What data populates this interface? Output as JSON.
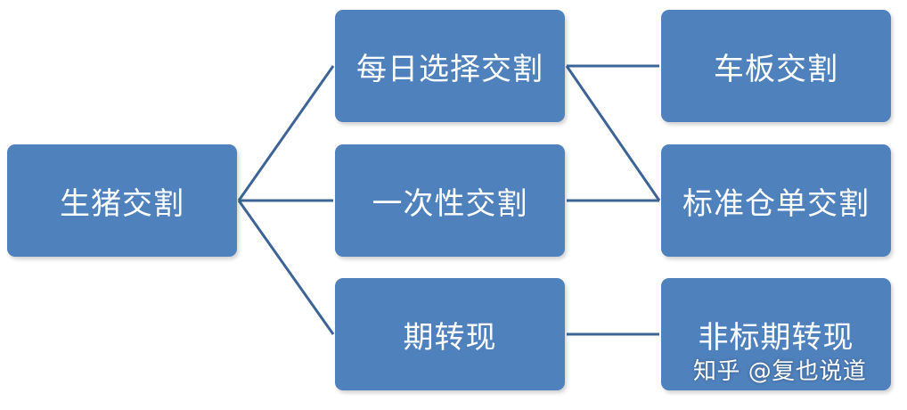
{
  "nodes": {
    "root": "生猪交割",
    "daily_choice": "每日选择交割",
    "one_time": "一次性交割",
    "futures_to_spot": "期转现",
    "truck_delivery": "车板交割",
    "standard_warehouse": "标准仓单交割",
    "nonstandard_futures_to_spot": "非标期转现"
  },
  "watermark": "知乎 @复也说道",
  "colors": {
    "node_fill": "#4f81bd",
    "connector": "#3c6496",
    "text": "#ffffff"
  }
}
